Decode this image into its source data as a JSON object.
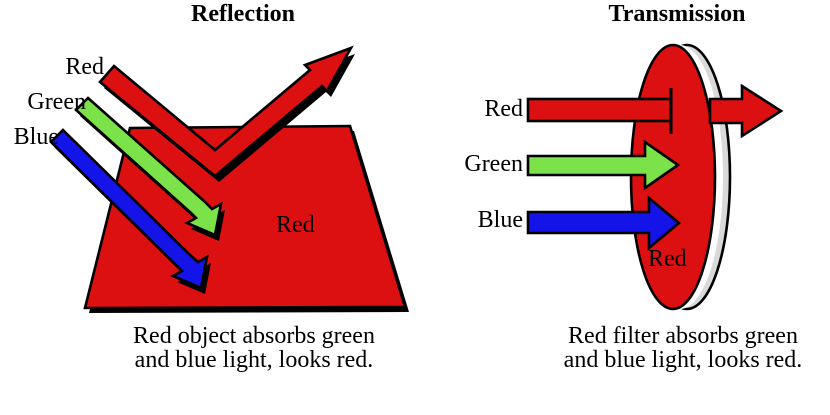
{
  "colors": {
    "red": "#DC1010",
    "green": "#7CE24A",
    "blue": "#1414E8",
    "filter_rim": "#D9D9D9",
    "filter_rim_highlight": "#FFFFFF"
  },
  "reflection": {
    "title": "Reflection",
    "labels": {
      "red": "Red",
      "green": "Green",
      "blue": "Blue"
    },
    "object_label": "Red",
    "caption": {
      "line1": "Red object absorbs green",
      "line2": "and blue light, looks red."
    }
  },
  "transmission": {
    "title": "Transmission",
    "labels": {
      "red": "Red",
      "green": "Green",
      "blue": "Blue"
    },
    "filter_label": "Red",
    "caption": {
      "line1": "Red filter absorbs green",
      "line2": "and blue light, looks red."
    }
  }
}
